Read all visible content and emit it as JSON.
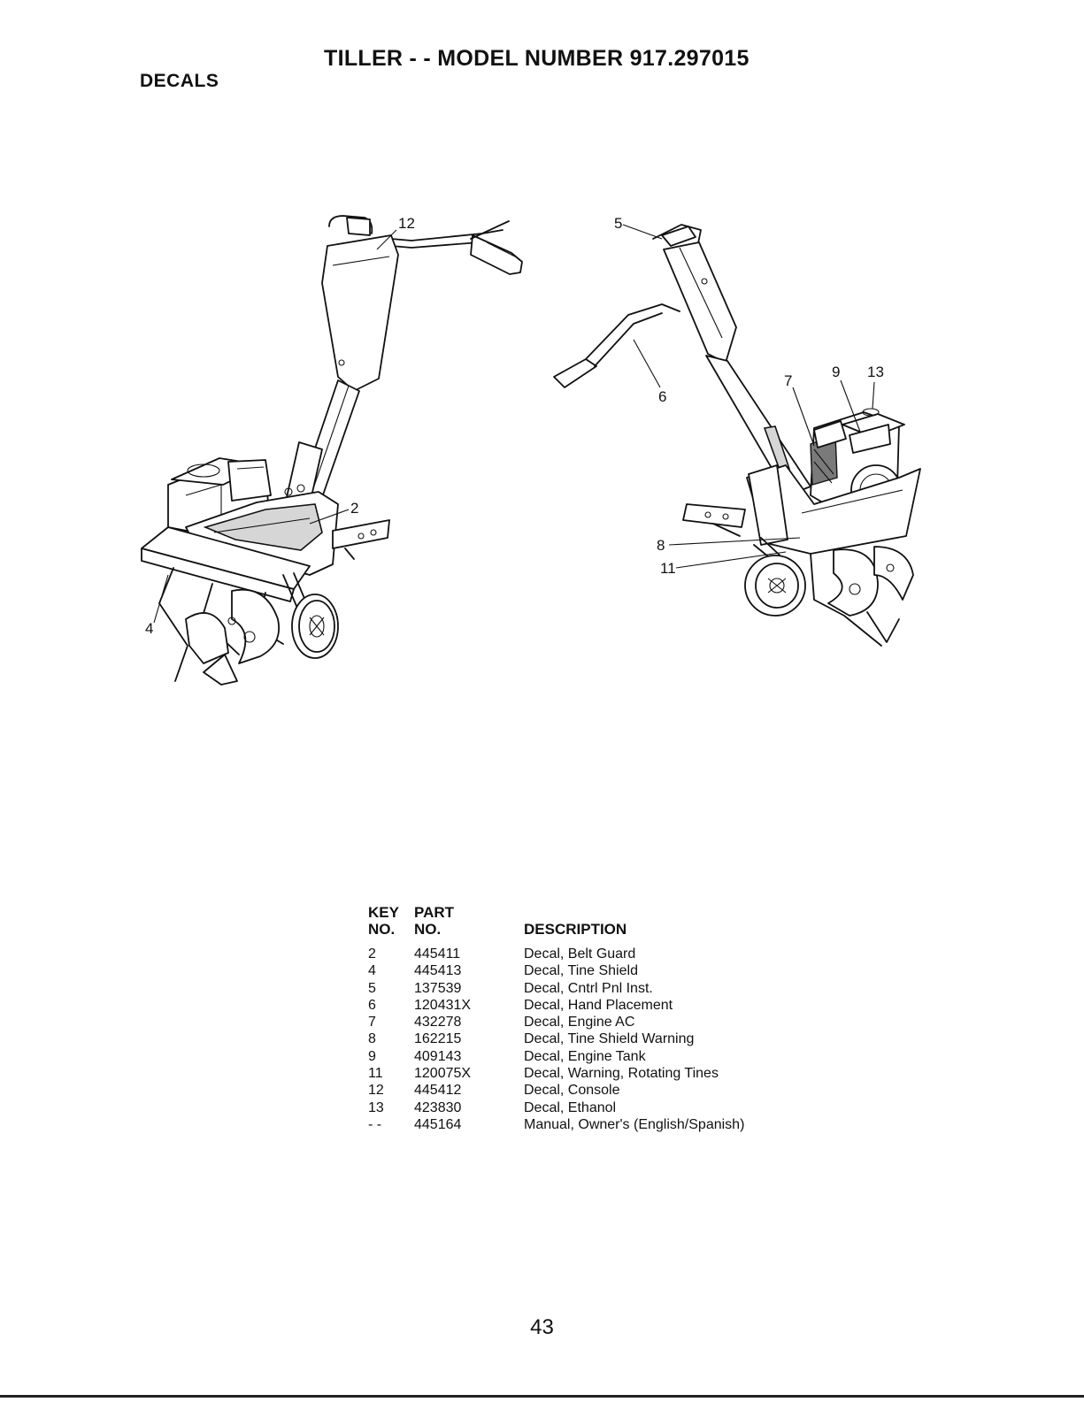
{
  "header": {
    "title": "TILLER - - MODEL NUMBER 917.297015",
    "section": "DECALS"
  },
  "callouts_left": [
    "12",
    "2",
    "4"
  ],
  "callouts_right": [
    "5",
    "6",
    "7",
    "9",
    "13",
    "8",
    "11"
  ],
  "table": {
    "headers": {
      "key_line1": "KEY",
      "key_line2": "NO.",
      "part_line1": "PART",
      "part_line2": "NO.",
      "description": "DESCRIPTION"
    },
    "rows": [
      {
        "key": "2",
        "part": "445411",
        "description": "Decal, Belt Guard"
      },
      {
        "key": "4",
        "part": "445413",
        "description": "Decal, Tine Shield"
      },
      {
        "key": "5",
        "part": "137539",
        "description": "Decal, Cntrl Pnl Inst."
      },
      {
        "key": "6",
        "part": "120431X",
        "description": "Decal, Hand Placement"
      },
      {
        "key": "7",
        "part": "432278",
        "description": "Decal, Engine AC"
      },
      {
        "key": "8",
        "part": "162215",
        "description": "Decal, Tine Shield Warning"
      },
      {
        "key": "9",
        "part": "409143",
        "description": "Decal, Engine Tank"
      },
      {
        "key": "11",
        "part": "120075X",
        "description": "Decal, Warning, Rotating Tines"
      },
      {
        "key": "12",
        "part": "445412",
        "description": "Decal, Console"
      },
      {
        "key": "13",
        "part": "423830",
        "description": "Decal, Ethanol"
      },
      {
        "key": "- -",
        "part": "445164",
        "description": "Manual, Owner's (English/Spanish)"
      }
    ]
  },
  "footer": {
    "page_number": "43"
  }
}
